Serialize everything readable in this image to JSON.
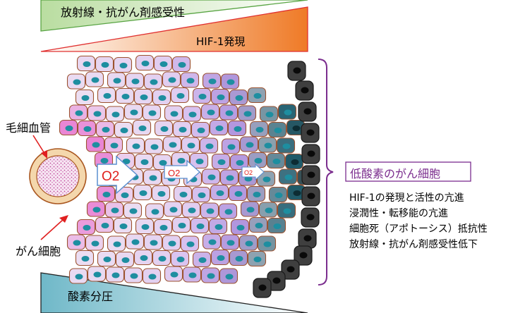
{
  "top_gradient": {
    "radio_chemo_label": "放射線・抗がん剤感受性",
    "hif_label": "HIF-1発現",
    "hif_color": "#ef7a26"
  },
  "labels": {
    "capillary": "毛細血管",
    "cancer_cell": "がん細胞",
    "o2_large": "O2",
    "o2_medium": "O2",
    "o2_small": "O2"
  },
  "hypoxic_box": {
    "title": "低酸素のがん細胞",
    "title_color": "#7b2d8e",
    "features": [
      "HIF-1の発現と活性の亢進",
      "浸潤性・転移能の亢進",
      "細胞死（アポトーシス）抵抗性",
      "放射線・抗がん剤感受性低下"
    ]
  },
  "bottom_gradient": {
    "label": "酸素分圧",
    "color": "#6fb8c8"
  }
}
